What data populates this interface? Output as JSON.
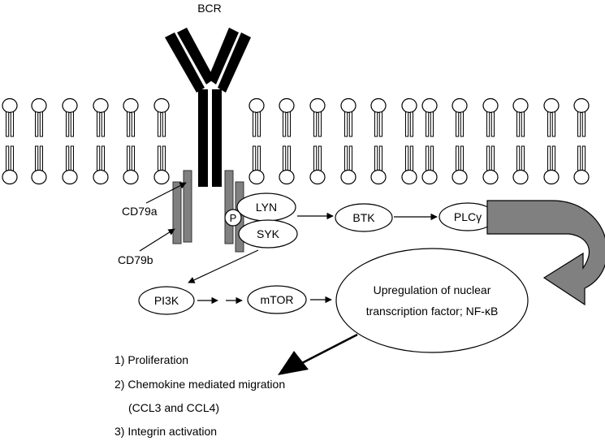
{
  "receptor": {
    "label": "BCR"
  },
  "coreceptors": {
    "cd79a": "CD79a",
    "cd79b": "CD79b"
  },
  "nodes": {
    "phospho": "P",
    "lyn": "LYN",
    "syk": "SYK",
    "btk": "BTK",
    "plc": "PLCγ",
    "pi3k": "PI3K",
    "mtor": "mTOR"
  },
  "nucleus": {
    "line1": "Upregulation of nuclear",
    "line2": "transcription factor; NF-κB"
  },
  "outcomes": [
    "1) Proliferation",
    "2) Chemokine mediated migration",
    "(CCL3 and CCL4)",
    "3) Integrin activation"
  ],
  "colors": {
    "receptor": "#000000",
    "coreceptor": "#808080",
    "curved_arrow": "#808080",
    "membrane_stroke": "#000000",
    "background": "#ffffff"
  }
}
